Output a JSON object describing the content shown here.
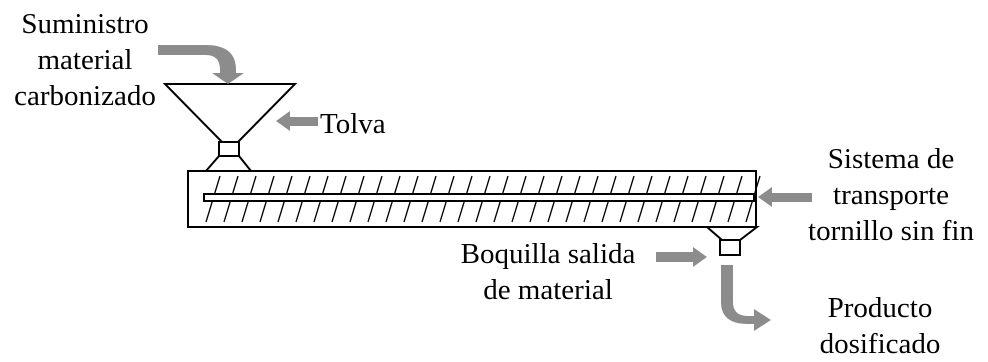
{
  "labels": {
    "supply": [
      "Suministro",
      "material",
      "carbonizado"
    ],
    "hopper": "Tolva",
    "conveyor": [
      "Sistema de",
      "transporte",
      "tornillo sin fin"
    ],
    "nozzle": [
      "Boquilla salida",
      "de material"
    ],
    "product": [
      "Producto",
      "dosificado"
    ]
  },
  "colors": {
    "line": "#000000",
    "arrow": "#8c8c8c",
    "background": "#ffffff"
  }
}
